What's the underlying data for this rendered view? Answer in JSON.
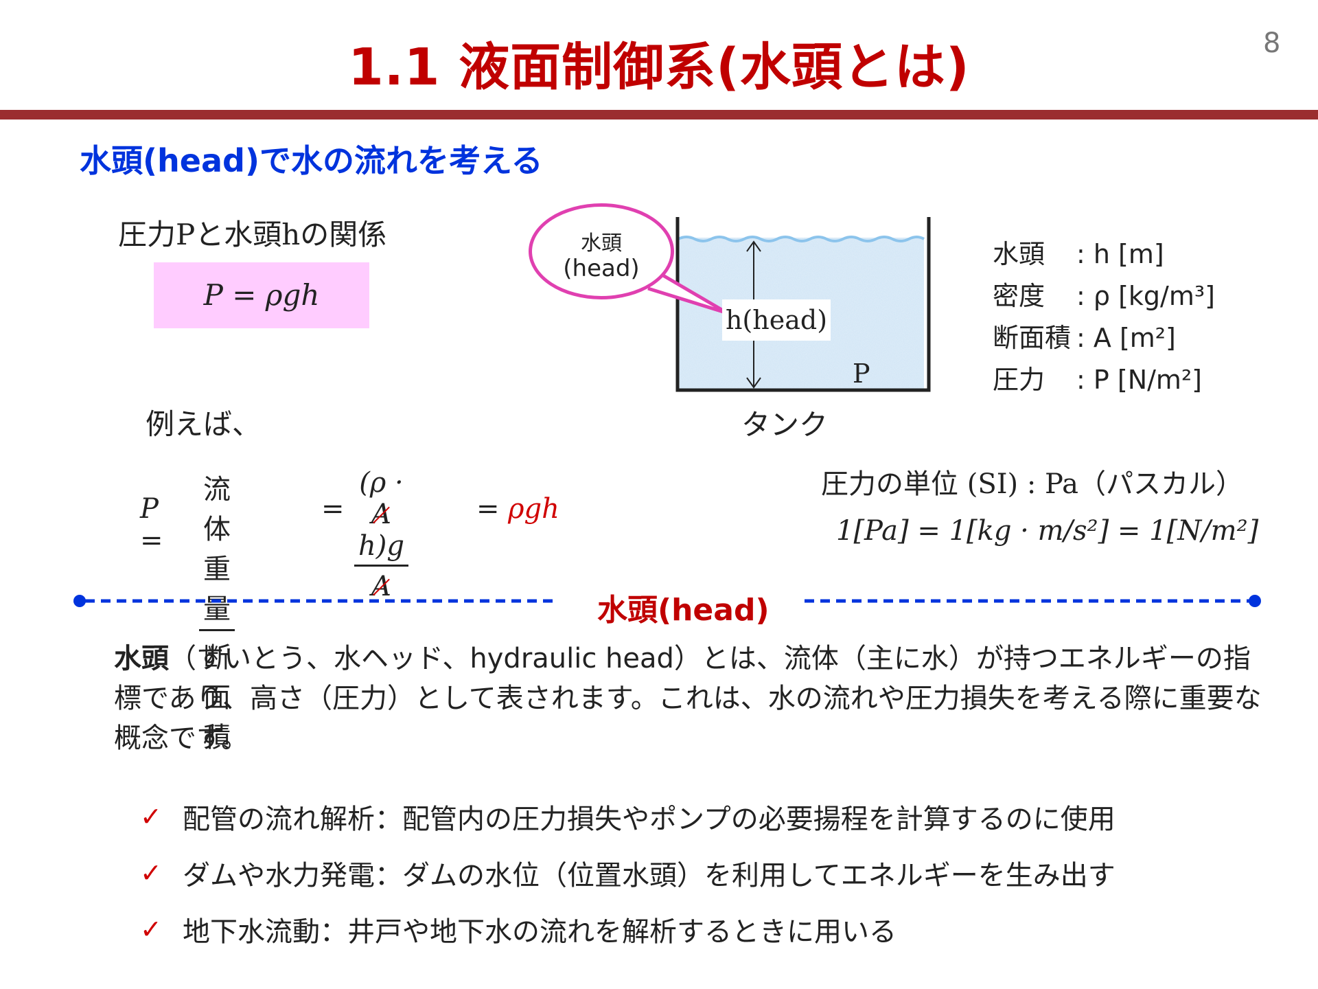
{
  "page": {
    "title": "1.1 液面制御系(水頭とは)",
    "page_number": "8",
    "subtitle": "水頭(head)で水の流れを考える"
  },
  "left": {
    "relation_label": "圧力Pと水頭hの関係",
    "formula": "P = ρgh",
    "example_label": "例えば、",
    "derivation": {
      "lhs": "P =",
      "frac1_num": "流体重量",
      "frac1_den": "断面積",
      "eq1": "=",
      "frac2_num_pre": "(ρ · ",
      "frac2_num_struck": "A",
      "frac2_num_post": "h)g",
      "frac2_den_struck": "A",
      "eq2": "=",
      "result": "ρgh"
    }
  },
  "diagram": {
    "balloon_line1": "水頭",
    "balloon_line2": "(head)",
    "head_label": "h(head)",
    "pressure_label": "P",
    "tank_label": "タンク",
    "colors": {
      "water": "#cfe4f5",
      "balloon_border": "#e040b0",
      "wall": "#222222"
    }
  },
  "definitions": [
    {
      "term": "水頭",
      "value": ": h [m]"
    },
    {
      "term": "密度",
      "value": ": ρ [kg/m³]"
    },
    {
      "term": "断面積",
      "value": ": A [m²]"
    },
    {
      "term": "圧力",
      "value": ": P [N/m²]"
    }
  ],
  "units": {
    "label": "圧力の単位 (SI) : Pa（パスカル）",
    "equation": "1[Pa] = 1[kg · m/s²] = 1[N/m²]"
  },
  "divider": {
    "label": "水頭(head)",
    "color": "#0033dd"
  },
  "description": {
    "bold": "水頭",
    "text": "（すいとう、水ヘッド、hydraulic head）とは、流体（主に水）が持つエネルギーの指標であり、高さ（圧力）として表されます。これは、水の流れや圧力損失を考える際に重要な概念です。"
  },
  "bullets": [
    "配管の流れ解析：配管内の圧力損失やポンプの必要揚程を計算するのに使用",
    "ダムや水力発電：ダムの水位（位置水頭）を利用してエネルギーを生み出す",
    "地下水流動：井戸や地下水の流れを解析するときに用いる"
  ],
  "check_glyph": "✓",
  "theme": {
    "title_color": "#c00000",
    "bar_color": "#9b2d30",
    "subtitle_color": "#0033dd",
    "formula_bg": "#ffccff"
  }
}
